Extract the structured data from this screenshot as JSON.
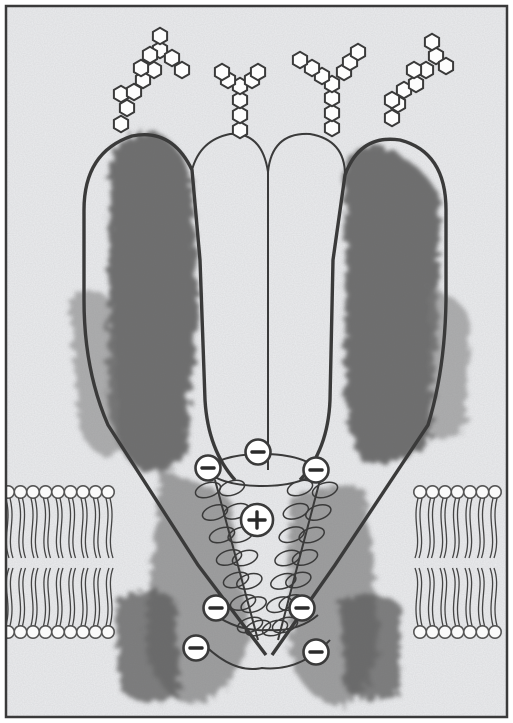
{
  "figure": {
    "kind": "ion channel in lipid bilayer schematic",
    "text_labels": [],
    "charges": {
      "positive_count": 1,
      "negative_count": 7
    },
    "glycan_trees": 4,
    "colors": {
      "background": "#e9eaec",
      "outline": "#3a3a3a",
      "shading": "#5a5a5a",
      "frame": "#3a3a3a"
    }
  }
}
